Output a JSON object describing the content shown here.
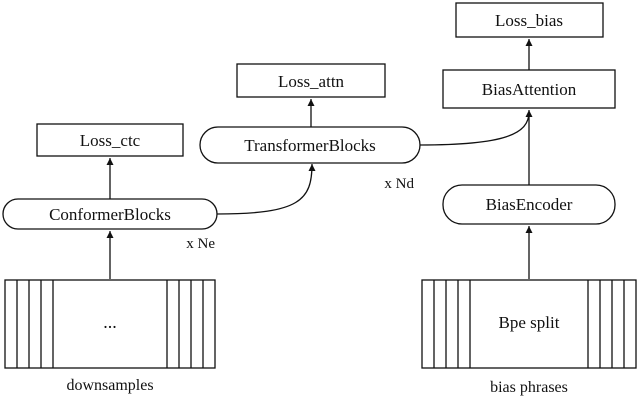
{
  "diagram": {
    "nodes": {
      "loss_ctc": {
        "label": "Loss_ctc"
      },
      "conformer_blocks": {
        "label": "ConformerBlocks"
      },
      "conformer_repeat": {
        "label": "x Ne"
      },
      "loss_attn": {
        "label": "Loss_attn"
      },
      "transformer_blocks": {
        "label": "TransformerBlocks"
      },
      "transformer_repeat": {
        "label": "x Nd"
      },
      "loss_bias": {
        "label": "Loss_bias"
      },
      "bias_attention": {
        "label": "BiasAttention"
      },
      "bias_encoder": {
        "label": "BiasEncoder"
      },
      "downsample_features": {
        "label": "...",
        "caption": "downsamples"
      },
      "bias_features": {
        "label": "Bpe split",
        "caption": "bias phrases"
      }
    }
  }
}
